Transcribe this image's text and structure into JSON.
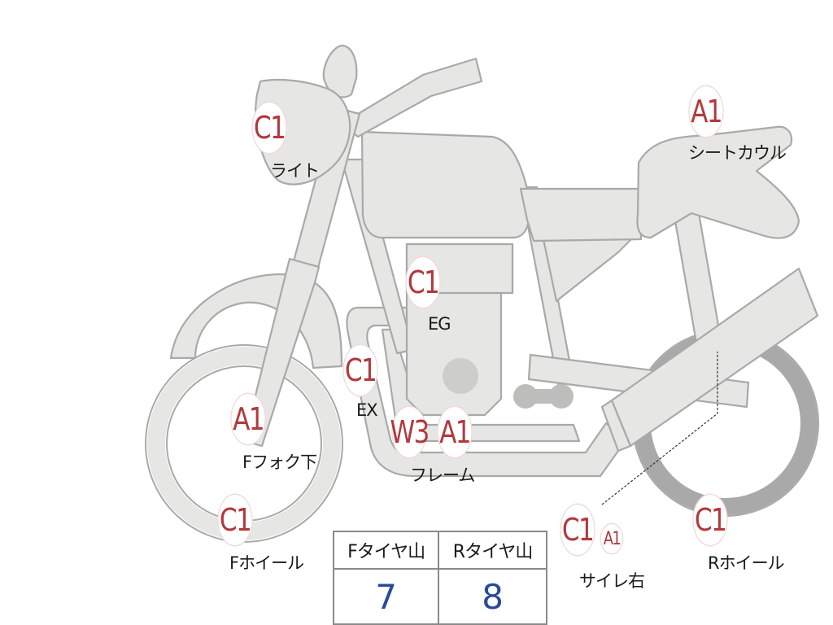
{
  "badges": {
    "light": "C1",
    "seat_cowl": "A1",
    "engine": "C1",
    "exhaust": "C1",
    "front_fork_lower": "A1",
    "frame_w": "W3",
    "frame_a": "A1",
    "front_wheel": "C1",
    "muffler_right_c": "C1",
    "muffler_right_a": "A1",
    "rear_wheel": "C1"
  },
  "labels": {
    "light": "ライト",
    "seat_cowl": "シートカウル",
    "engine": "EG",
    "exhaust": "EX",
    "front_fork_lower": "Fフォク下",
    "frame": "フレーム",
    "front_wheel": "Fホイール",
    "muffler_right": "サイレ右",
    "rear_wheel": "Rホイール"
  },
  "tread_table": {
    "front_header": "Fタイヤ山",
    "rear_header": "Rタイヤ山",
    "front_value": "7",
    "rear_value": "8"
  },
  "colors": {
    "part_fill": "#e6e6e4",
    "part_outline": "#a9a9a9",
    "badge_text": "#b2393d",
    "value_text": "#2b4a9a"
  }
}
